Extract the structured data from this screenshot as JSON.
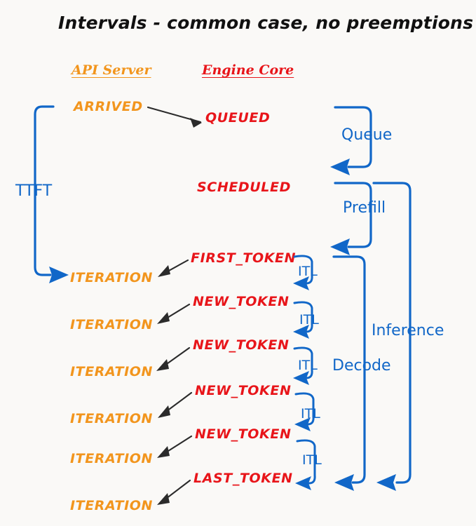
{
  "title": "Intervals - common case, no preemptions",
  "columns": {
    "api_server": "API Server",
    "engine_core": "Engine Core"
  },
  "states": {
    "arrived": "ARRIVED",
    "queued": "QUEUED",
    "scheduled": "SCHEDULED",
    "iteration": "ITERATION",
    "first_token": "FIRST_TOKEN",
    "new_token": "NEW_TOKEN",
    "last_token": "LAST_TOKEN"
  },
  "intervals": {
    "ttft": "TTFT",
    "queue": "Queue",
    "prefill": "Prefill",
    "decode": "Decode",
    "inference": "Inference",
    "itl": "ITL"
  },
  "rows": [
    {
      "iteration": "ITERATION",
      "token": "FIRST_TOKEN",
      "itl": "ITL"
    },
    {
      "iteration": "ITERATION",
      "token": "NEW_TOKEN",
      "itl": "ITL"
    },
    {
      "iteration": "ITERATION",
      "token": "NEW_TOKEN",
      "itl": "ITL"
    },
    {
      "iteration": "ITERATION",
      "token": "NEW_TOKEN",
      "itl": "ITL"
    },
    {
      "iteration": "ITERATION",
      "token": "NEW_TOKEN",
      "itl": "ITL"
    },
    {
      "iteration": "ITERATION",
      "token": "LAST_TOKEN",
      "itl": ""
    }
  ],
  "colors": {
    "orange": "#f2951d",
    "red": "#e8151a",
    "blue": "#1167c8",
    "dark": "#2b2b2b",
    "background": "#faf9f7"
  }
}
